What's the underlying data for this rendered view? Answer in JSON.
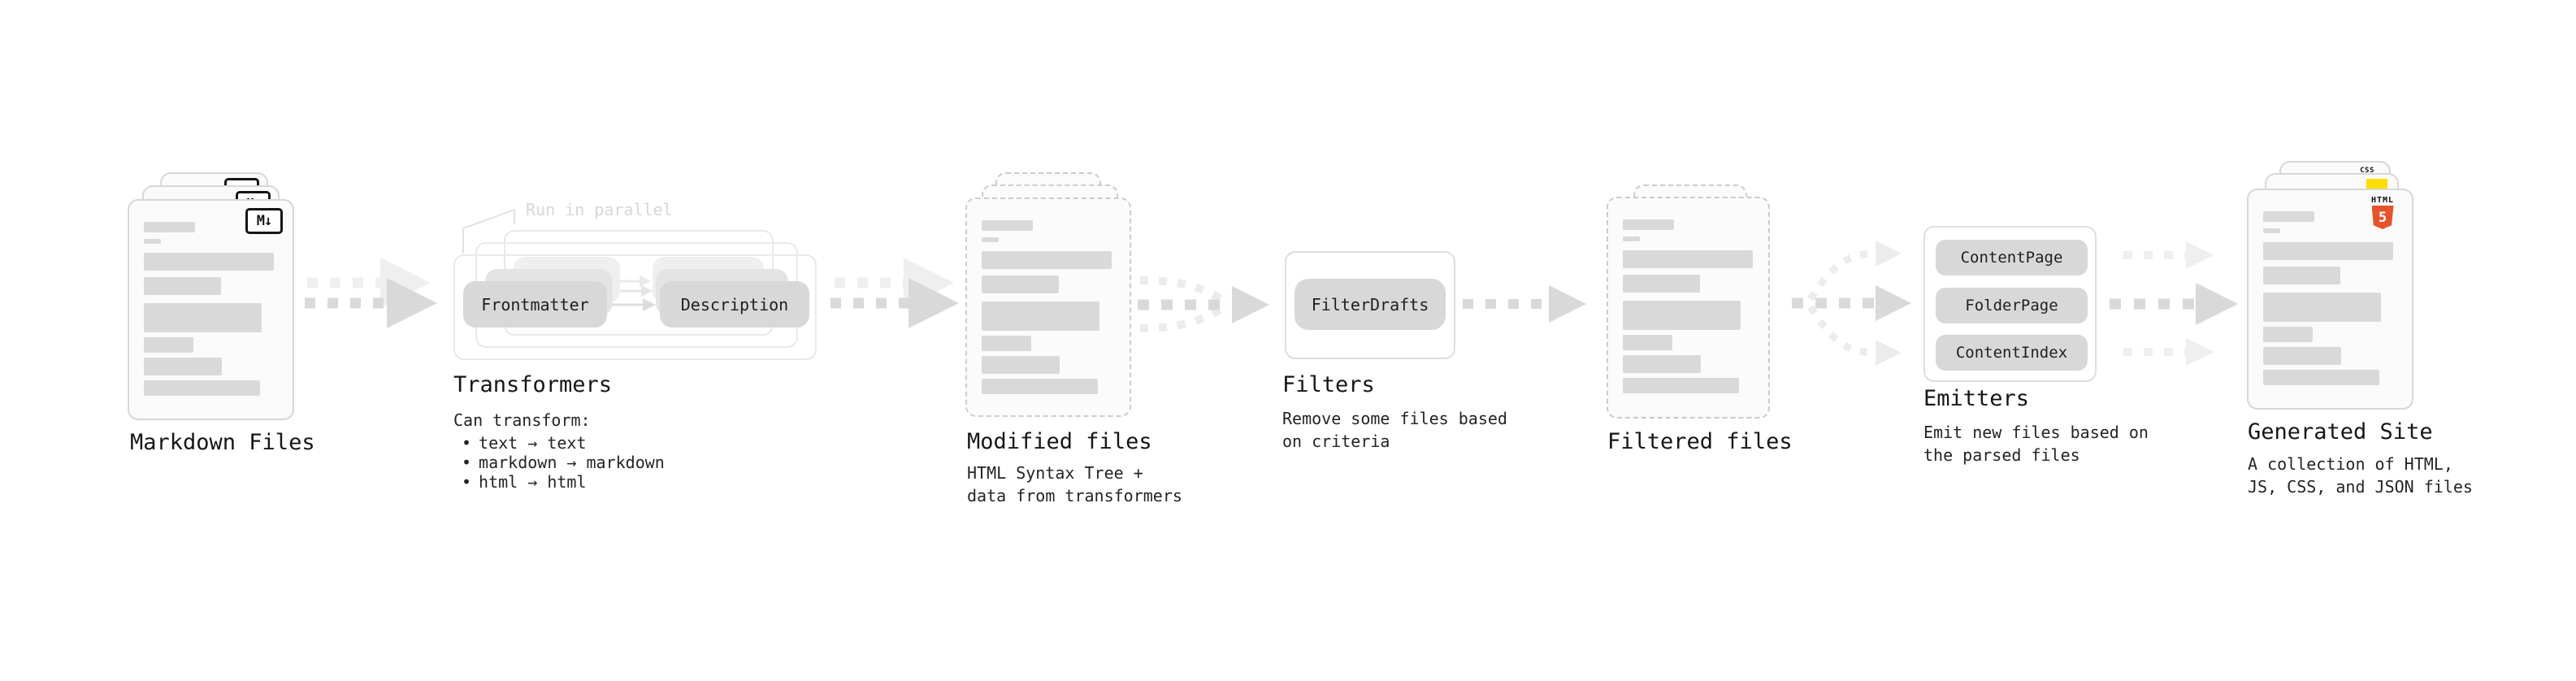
{
  "colors": {
    "bar": "#d9d9d9",
    "pill_gray": "#d8d8d8",
    "arrow_dark": "#d9d9d9",
    "arrow_light": "#eeeeee",
    "html5_orange": "#e5532d",
    "js_yellow": "#ffdd00",
    "css_blue": "#2e6bf0"
  },
  "sections": {
    "markdown_files": {
      "heading": "Markdown Files",
      "badge": "M↓"
    },
    "transformers": {
      "heading": "Transformers",
      "annotation": "Run in parallel",
      "pill_left": "Frontmatter",
      "pill_right": "Description",
      "caption_title": "Can transform:",
      "bullet_char": "•",
      "bullets": [
        "text → text",
        "markdown → markdown",
        "html → html"
      ]
    },
    "modified_files": {
      "heading": "Modified files",
      "caption_lines": [
        "HTML Syntax Tree +",
        "data from transformers"
      ]
    },
    "filters": {
      "heading": "Filters",
      "pill": "FilterDrafts",
      "caption_lines": [
        "Remove some files based",
        "on criteria"
      ]
    },
    "filtered_files": {
      "heading": "Filtered files"
    },
    "emitters": {
      "heading": "Emitters",
      "pills": [
        "ContentPage",
        "FolderPage",
        "ContentIndex"
      ],
      "caption_lines": [
        "Emit new files based on",
        "the parsed files"
      ]
    },
    "generated_site": {
      "heading": "Generated Site",
      "caption_lines": [
        "A collection of HTML,",
        "JS, CSS, and JSON files"
      ],
      "badge_css": "CSS",
      "badge_html_top": "HTML",
      "badge_html_number": "5"
    }
  }
}
